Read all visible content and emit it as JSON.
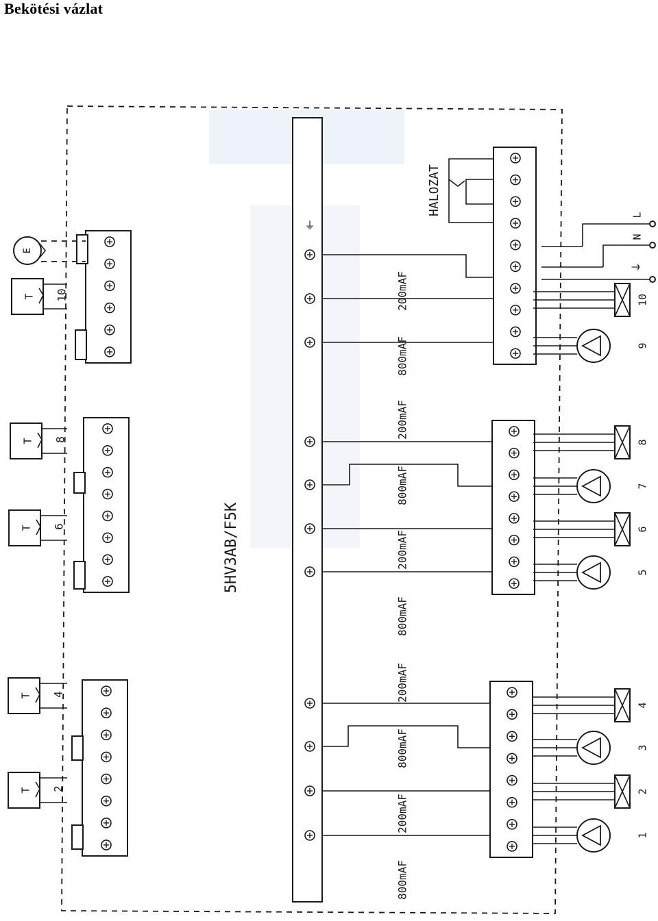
{
  "title": "Bekötési vázlat",
  "model": "5HV3AB/F5K",
  "network_label": "HALOZAT",
  "thermostat_letter": "T",
  "clock_letter": "E",
  "thermostat_numbers": [
    "2",
    "4",
    "6",
    "8",
    "10"
  ],
  "bus_labels": [
    "800mAF",
    "200mAF",
    "800mAF",
    "200mAF",
    "800mAF",
    "200mAF",
    "800mAF",
    "200mAF",
    "800mAF",
    "200mAF"
  ],
  "zone_numbers": [
    "1",
    "2",
    "3",
    "4",
    "5",
    "6",
    "7",
    "8",
    "9",
    "10"
  ],
  "supply_labels": [
    "L",
    "N"
  ],
  "colors": {
    "line": "#1a1a1a",
    "watermark": "#e8eef6"
  }
}
